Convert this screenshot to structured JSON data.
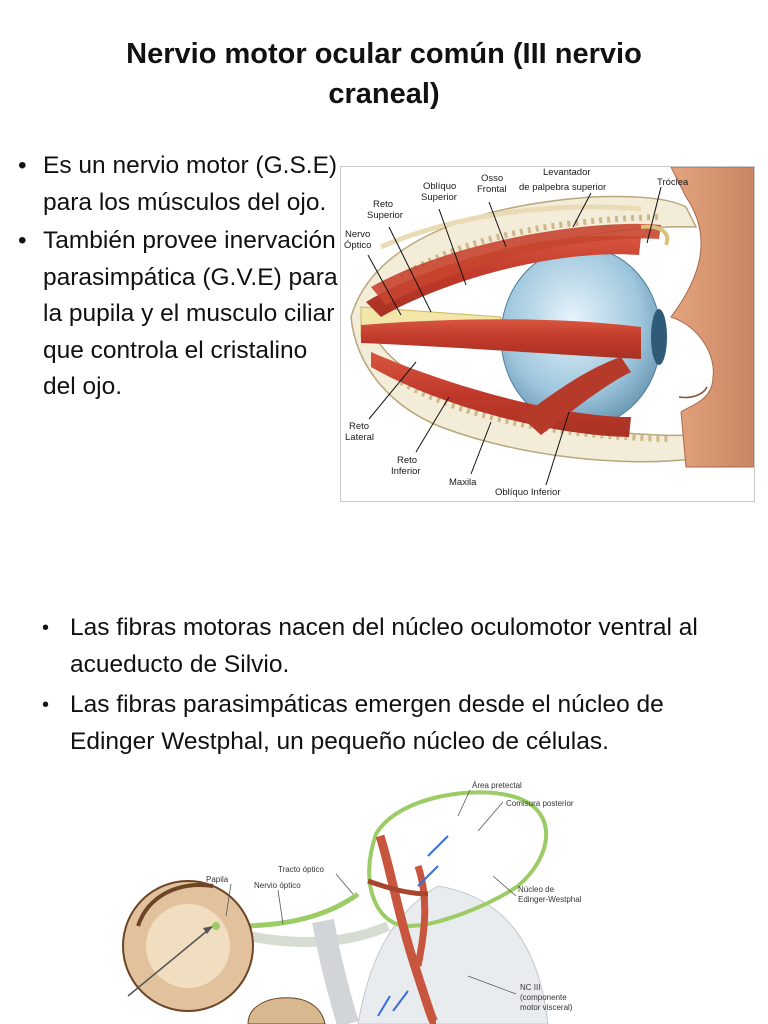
{
  "slide": {
    "title_line1": "Nervio motor ocular común (III nervio",
    "title_line2": "craneal)"
  },
  "bullets_top": [
    "Es un nervio motor (G.S.E) para los músculos del ojo.",
    "También provee inervación parasimpática (G.V.E) para la pupila y el musculo ciliar que controla el cristalino del ojo."
  ],
  "bullets_bottom": [
    "Las fibras motoras nacen del núcleo oculomotor ventral al acueducto de Silvio.",
    "Las fibras parasimpáticas emergen desde el núcleo de Edinger Westphal, un pequeño núcleo de células."
  ],
  "eye_figure": {
    "labels": {
      "reto_superior_1": "Reto",
      "reto_superior_2": "Superior",
      "obliquo_superior_1": "Oblíquo",
      "obliquo_superior_2": "Superior",
      "osso_frontal_1": "Osso",
      "osso_frontal_2": "Frontal",
      "levantador_1": "Levantador",
      "levantador_2": "de palpebra superior",
      "troclea": "Tróclea",
      "nervo_optico_1": "Nervo",
      "nervo_optico_2": "Óptico",
      "reto_lateral_1": "Reto",
      "reto_lateral_2": "Lateral",
      "reto_inferior_1": "Reto",
      "reto_inferior_2": "Inferior",
      "maxila": "Maxila",
      "obliquo_inferior": "Oblíquo Inferior"
    }
  },
  "brain_figure": {
    "labels": {
      "area_pretectal": "Área pretectal",
      "comisura_posterior": "Comisura posterior",
      "tracto_optico": "Tracto óptico",
      "papila": "Papila",
      "nervio_optico": "Nervio óptico",
      "nucleo_ew_1": "Núcleo de",
      "nucleo_ew_2": "Edinger-Westphal",
      "nc3_1": "NC III",
      "nc3_2": "(componente",
      "nc3_3": "motor visceral)"
    }
  }
}
